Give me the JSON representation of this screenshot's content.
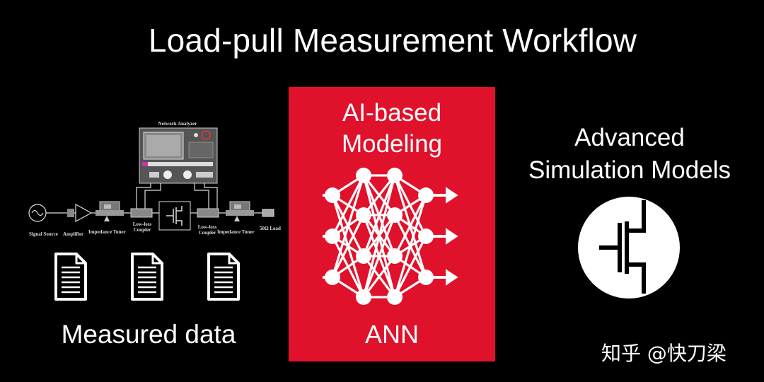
{
  "title": "Load-pull Measurement Workflow",
  "ai_box": {
    "line1": "AI-based",
    "line2": "Modeling",
    "bottom": "ANN",
    "color": "#e0112b"
  },
  "right_panel": {
    "line1": "Advanced",
    "line2": "Simulation Models"
  },
  "left_panel": {
    "caption": "Measured data",
    "setup": {
      "network_analyzer": "Network Analyzer",
      "signal_source": "Signal Source",
      "amplifier": "Amplifier",
      "tuner_left": "Impedance Tuner",
      "coupler_left_1": "Low-loss",
      "coupler_left_2": "Coupler",
      "coupler_right_1": "Low-loss",
      "coupler_right_2": "Coupler",
      "tuner_right": "Impedance Tuner",
      "load": "50Ω Load"
    },
    "documents": [
      "document-icon",
      "document-icon",
      "document-icon"
    ]
  },
  "watermark": "知乎 @快刀梁"
}
